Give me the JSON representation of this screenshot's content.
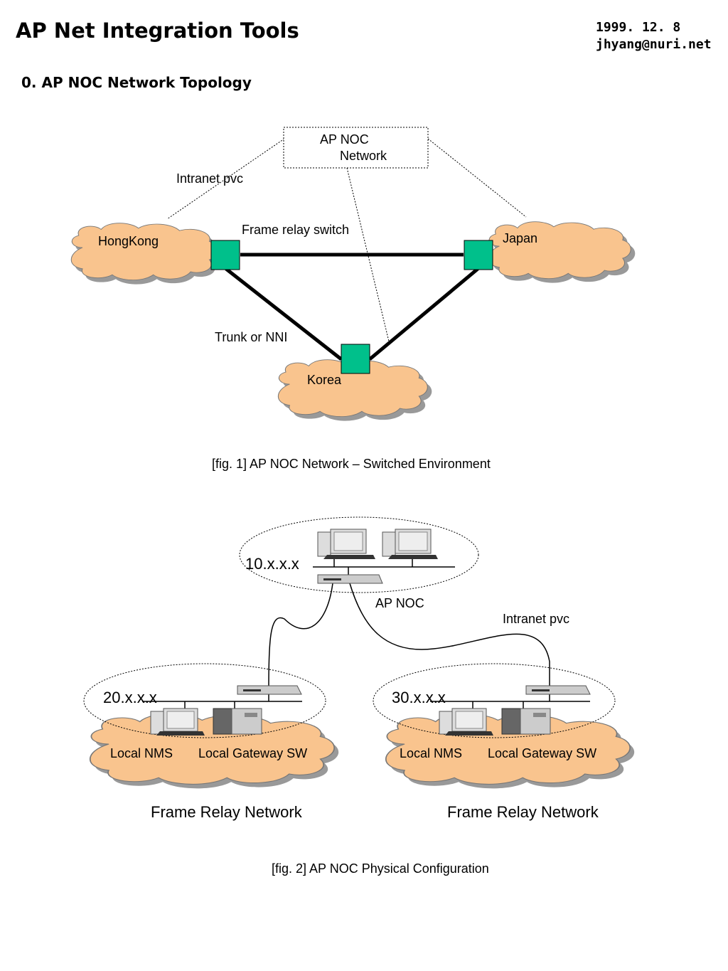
{
  "header": {
    "title": "AP Net Integration Tools",
    "date": "1999. 12. 8",
    "email": "jhyang@nuri.net",
    "section_title": "0. AP NOC Network Topology"
  },
  "fig1": {
    "noc_box_line1": "AP NOC",
    "noc_box_line2": "Network",
    "intranet_pvc": "Intranet pvc",
    "frame_relay_switch": "Frame relay switch",
    "hongkong": "HongKong",
    "japan": "Japan",
    "korea": "Korea",
    "trunk": "Trunk or NNI",
    "caption": "[fig. 1] AP NOC Network – Switched Environment"
  },
  "fig2": {
    "noc_subnet": "10.x.x.x",
    "noc_label": "AP NOC",
    "intranet_pvc": "Intranet pvc",
    "left_subnet": "20.x.x.x",
    "right_subnet": "30.x.x.x",
    "local_nms": "Local NMS",
    "local_gateway": "Local Gateway SW",
    "frame_relay_network": "Frame Relay Network",
    "caption": "[fig. 2] AP NOC Physical Configuration"
  },
  "colors": {
    "cloud": "#f9c48e",
    "switch": "#00c08b",
    "line": "#000000"
  }
}
